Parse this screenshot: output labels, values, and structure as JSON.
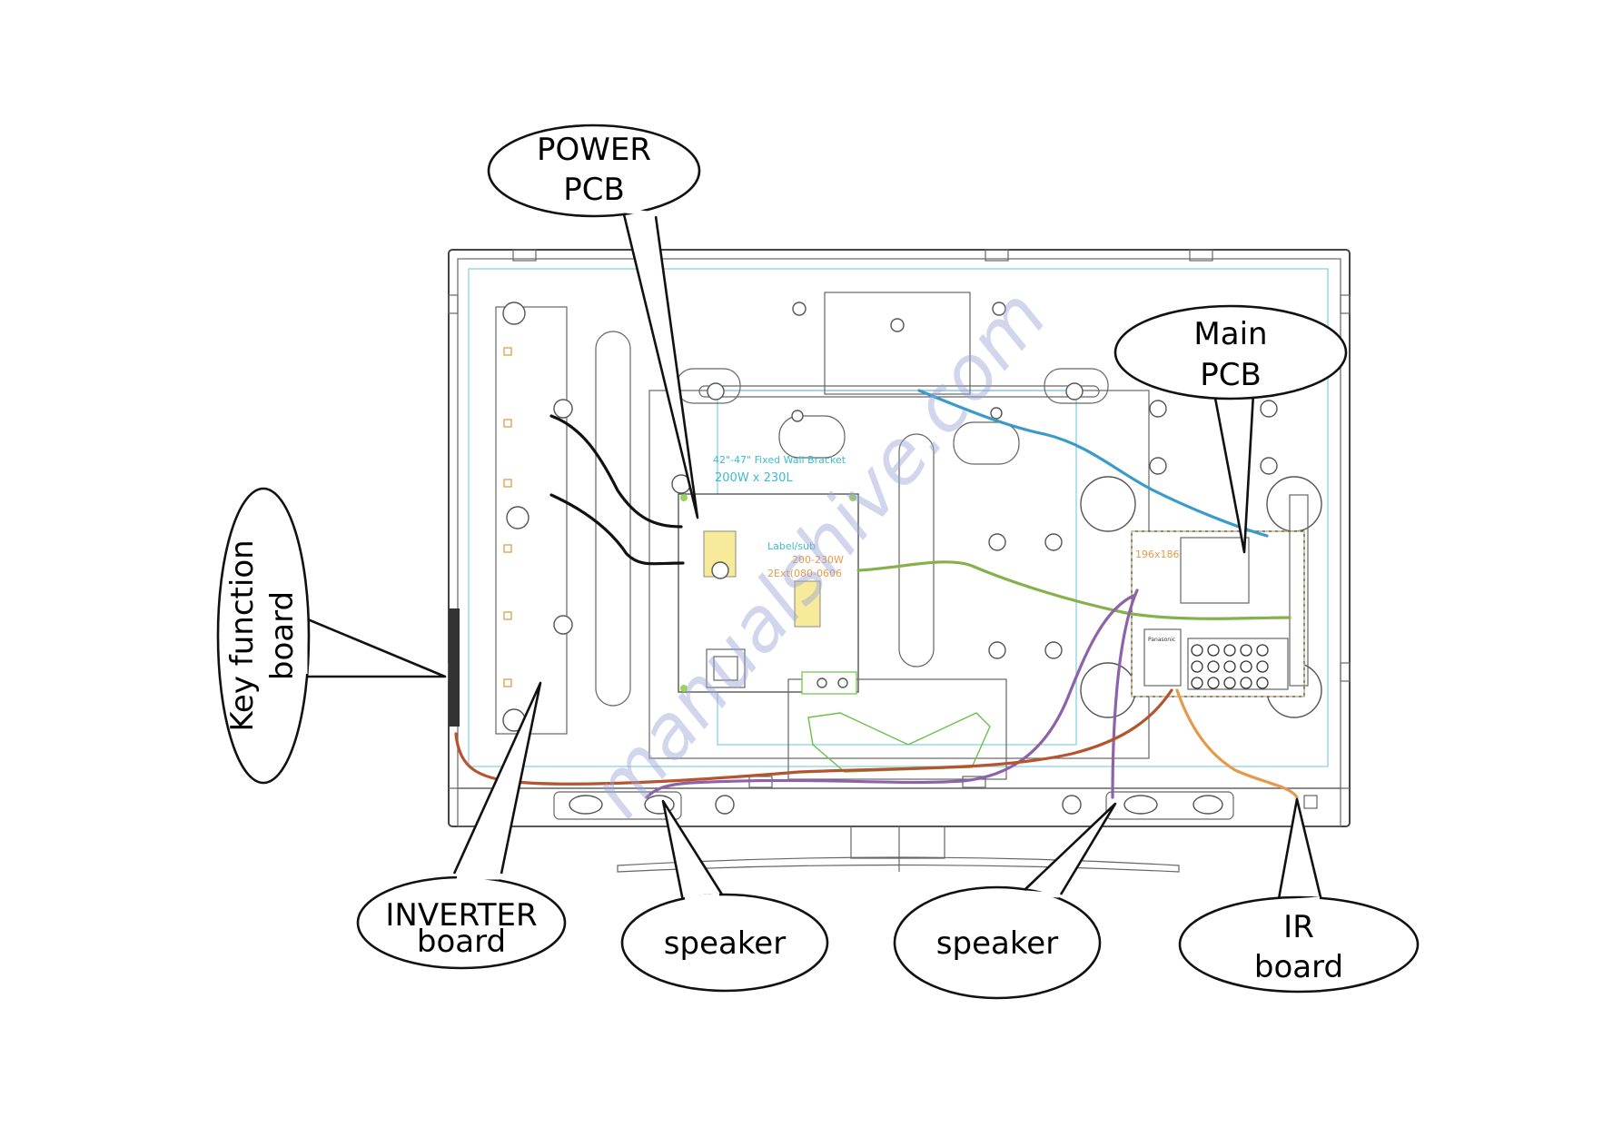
{
  "callouts": {
    "power_pcb": {
      "line1": "POWER",
      "line2": "PCB"
    },
    "main_pcb": {
      "line1": "Main",
      "line2": "PCB"
    },
    "key_function": {
      "line1": "Key function",
      "line2": "board"
    },
    "inverter": {
      "line1": "INVERTER",
      "line2": "board"
    },
    "speaker_left": {
      "line1": "speaker"
    },
    "speaker_right": {
      "line1": "speaker"
    },
    "ir_board": {
      "line1": "IR",
      "line2": "board"
    }
  },
  "pcb_labels": {
    "mount_line1": "42\"-47\" Fixed Wall Bracket",
    "mount_line2": "200W x 230L",
    "power_label1": "Label/sub",
    "power_label2": "200-230W",
    "power_label3": "2Ext(080-0606",
    "main_label": "196x186",
    "main_brand": "Panasonic"
  },
  "watermark": "manualshive.com",
  "colors": {
    "outline": "#444444",
    "wire_black": "#111111",
    "wire_blue": "#3a9ac9",
    "wire_green": "#86b04a",
    "wire_purple": "#8d62a8",
    "wire_red": "#b5542f",
    "wire_orange": "#e49a4a",
    "guide_cyan": "#7fd0e0",
    "watermark": "#9aa6d8"
  }
}
